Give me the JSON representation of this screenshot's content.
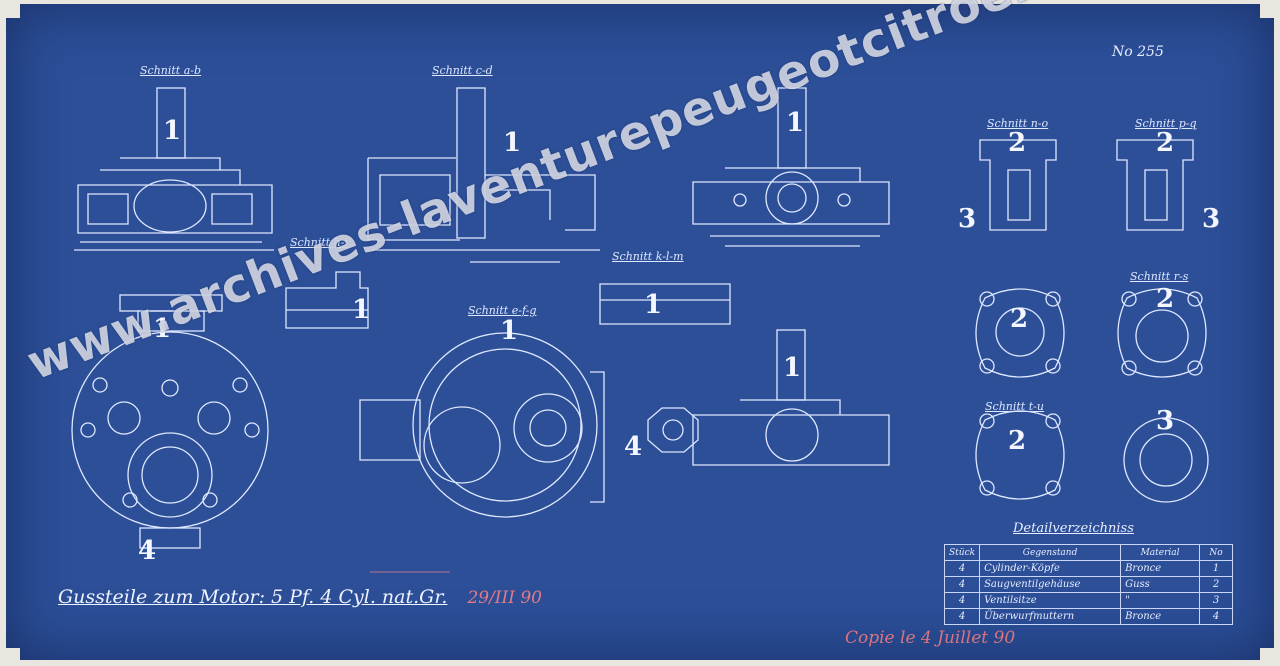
{
  "document": {
    "number": "No 255",
    "title": "Gussteile zum Motor: 5 Pf. 4 Cyl. nat.Gr.",
    "date": "29/III 90",
    "handwritten_note": "Copie le 4 Juillet 90",
    "watermark": "www.archives-laventurepeugeotcitroends.com"
  },
  "sections": [
    {
      "id": "ab",
      "label": "Schnitt a-b"
    },
    {
      "id": "cd",
      "label": "Schnitt c-d"
    },
    {
      "id": "hi",
      "label": "Schnitt h-i"
    },
    {
      "id": "efg",
      "label": "Schnitt e-f-g"
    },
    {
      "id": "klm",
      "label": "Schnitt k-l-m"
    },
    {
      "id": "no",
      "label": "Schnitt n-o"
    },
    {
      "id": "pq",
      "label": "Schnitt p-q"
    },
    {
      "id": "rs",
      "label": "Schnitt r-s"
    },
    {
      "id": "tu",
      "label": "Schnitt t-u"
    }
  ],
  "part_markers": [
    "1",
    "1",
    "1",
    "1",
    "1",
    "1",
    "1",
    "1",
    "2",
    "2",
    "2",
    "2",
    "2",
    "2",
    "3",
    "3",
    "3",
    "4",
    "4"
  ],
  "detail_table": {
    "title": "Detailverzeichniss",
    "headers": [
      "Stück",
      "Gegenstand",
      "Material",
      "No"
    ],
    "rows": [
      [
        "4",
        "Cylinder-Köpfe",
        "Bronce",
        "1"
      ],
      [
        "4",
        "Saugventilgehäuse",
        "Guss",
        "2"
      ],
      [
        "4",
        "Ventilsitze",
        "\"",
        "3"
      ],
      [
        "4",
        "Überwurfmuttern",
        "Bronce",
        "4"
      ]
    ]
  },
  "colors": {
    "paper": "#2c4f98",
    "lines": "#dfe8ff",
    "red_ink": "#d9747f"
  }
}
